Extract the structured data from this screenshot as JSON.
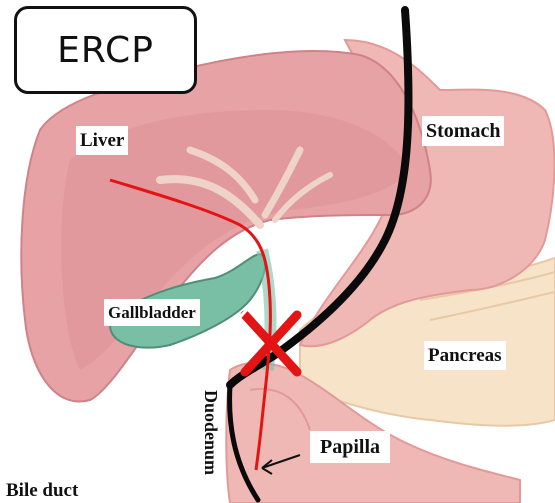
{
  "title": "ERCP",
  "labels": {
    "liver": "Liver",
    "stomach": "Stomach",
    "gallbladder": "Gallbladder",
    "pancreas": "Pancreas",
    "duodenum": "Duodenum",
    "papilla": "Papilla",
    "bile_duct": "Bile duct"
  },
  "colors": {
    "liver": "#e7a2a6",
    "liver_inner": "#d98d93",
    "stomach": "#f0b8b5",
    "gallbladder": "#78bfa6",
    "pancreas": "#f7e3c8",
    "bile_duct_line": "#e31414",
    "endoscope": "#0a0a0a",
    "obstruction_mark": "#e31414"
  },
  "icons": [
    "obstruction-x-icon",
    "arrow-icon"
  ]
}
